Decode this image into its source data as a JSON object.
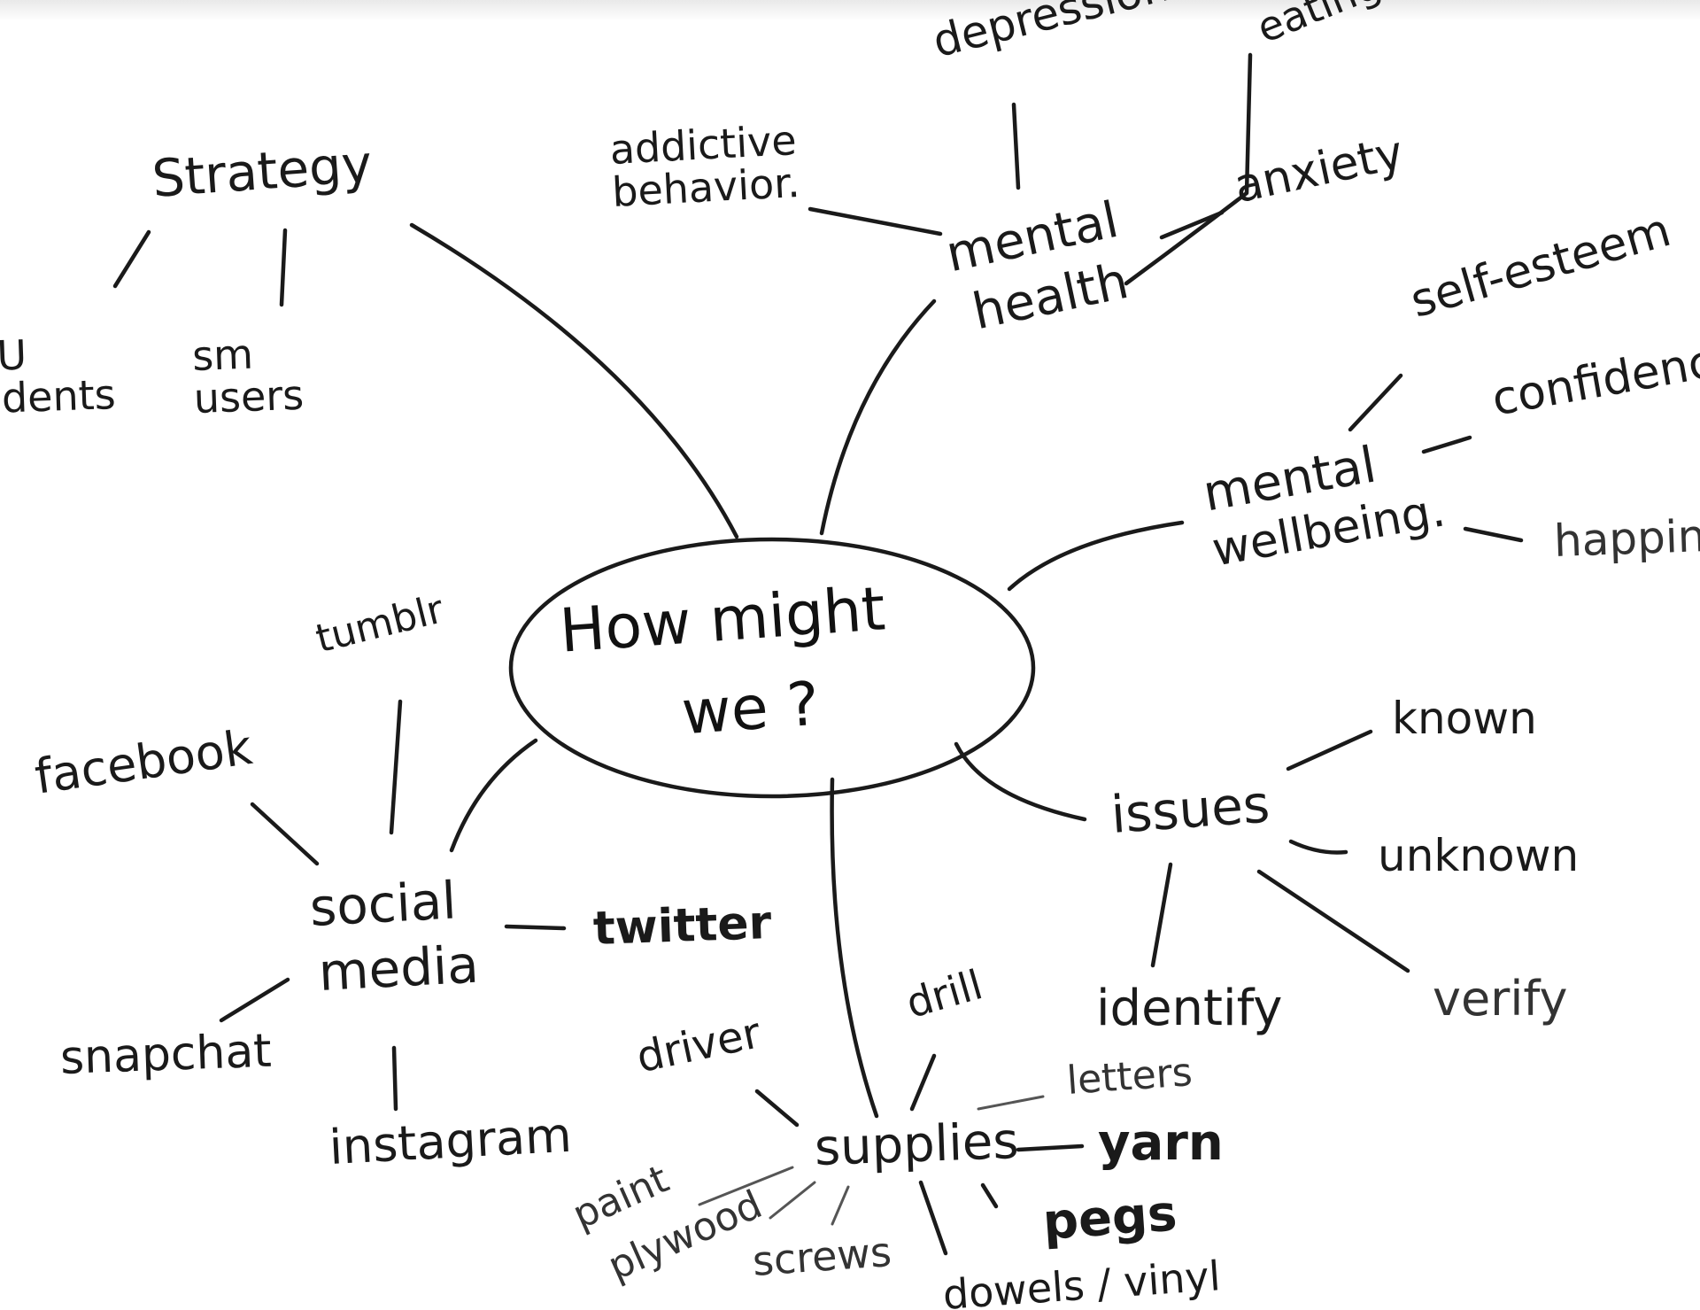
{
  "center": {
    "line1": "How might",
    "line2": "we ?"
  },
  "branches": {
    "strategy": {
      "label": "Strategy",
      "children": [
        "DRU students",
        "sm users"
      ]
    },
    "mental_health": {
      "label_line1": "mental",
      "label_line2": "health",
      "children": [
        "depression",
        "eating disorders",
        "addictive behavior.",
        "anxiety"
      ]
    },
    "mental_wellbeing": {
      "label_line1": "mental",
      "label_line2": "wellbeing.",
      "children": [
        "self-esteem",
        "confidence",
        "happiness"
      ]
    },
    "issues": {
      "label": "issues",
      "children": [
        "known",
        "unknown",
        "identify",
        "verify"
      ]
    },
    "social_media": {
      "label_line1": "social",
      "label_line2": "media",
      "children": [
        "tumblr",
        "facebook",
        "twitter",
        "snapchat",
        "instagram"
      ]
    },
    "supplies": {
      "label": "supplies",
      "children": [
        "driver",
        "drill",
        "letters",
        "yarn",
        "paint",
        "plywood",
        "screws",
        "pegs",
        "dowels / vinyl"
      ]
    }
  }
}
